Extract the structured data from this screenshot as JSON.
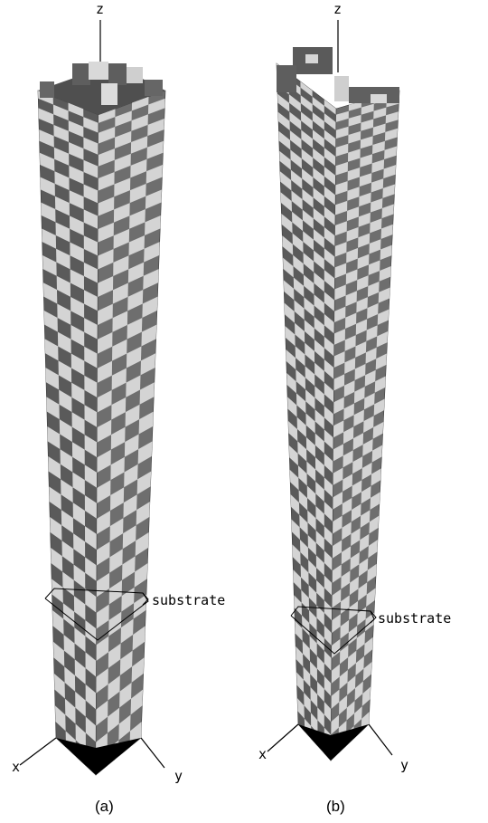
{
  "panels": [
    {
      "id": "a",
      "caption": "(a)",
      "axes": {
        "z": "z",
        "x": "x",
        "y": "y"
      },
      "annotation": "substrate"
    },
    {
      "id": "b",
      "caption": "(b)",
      "axes": {
        "z": "z",
        "x": "x",
        "y": "y"
      },
      "annotation": "substrate"
    }
  ],
  "colors": {
    "face_dark_left": "#5a5a5a",
    "face_dark_right": "#6e6e6e",
    "cell_light": "#d4d4d4",
    "edge": "#3c3c3c",
    "base": "#000000"
  }
}
